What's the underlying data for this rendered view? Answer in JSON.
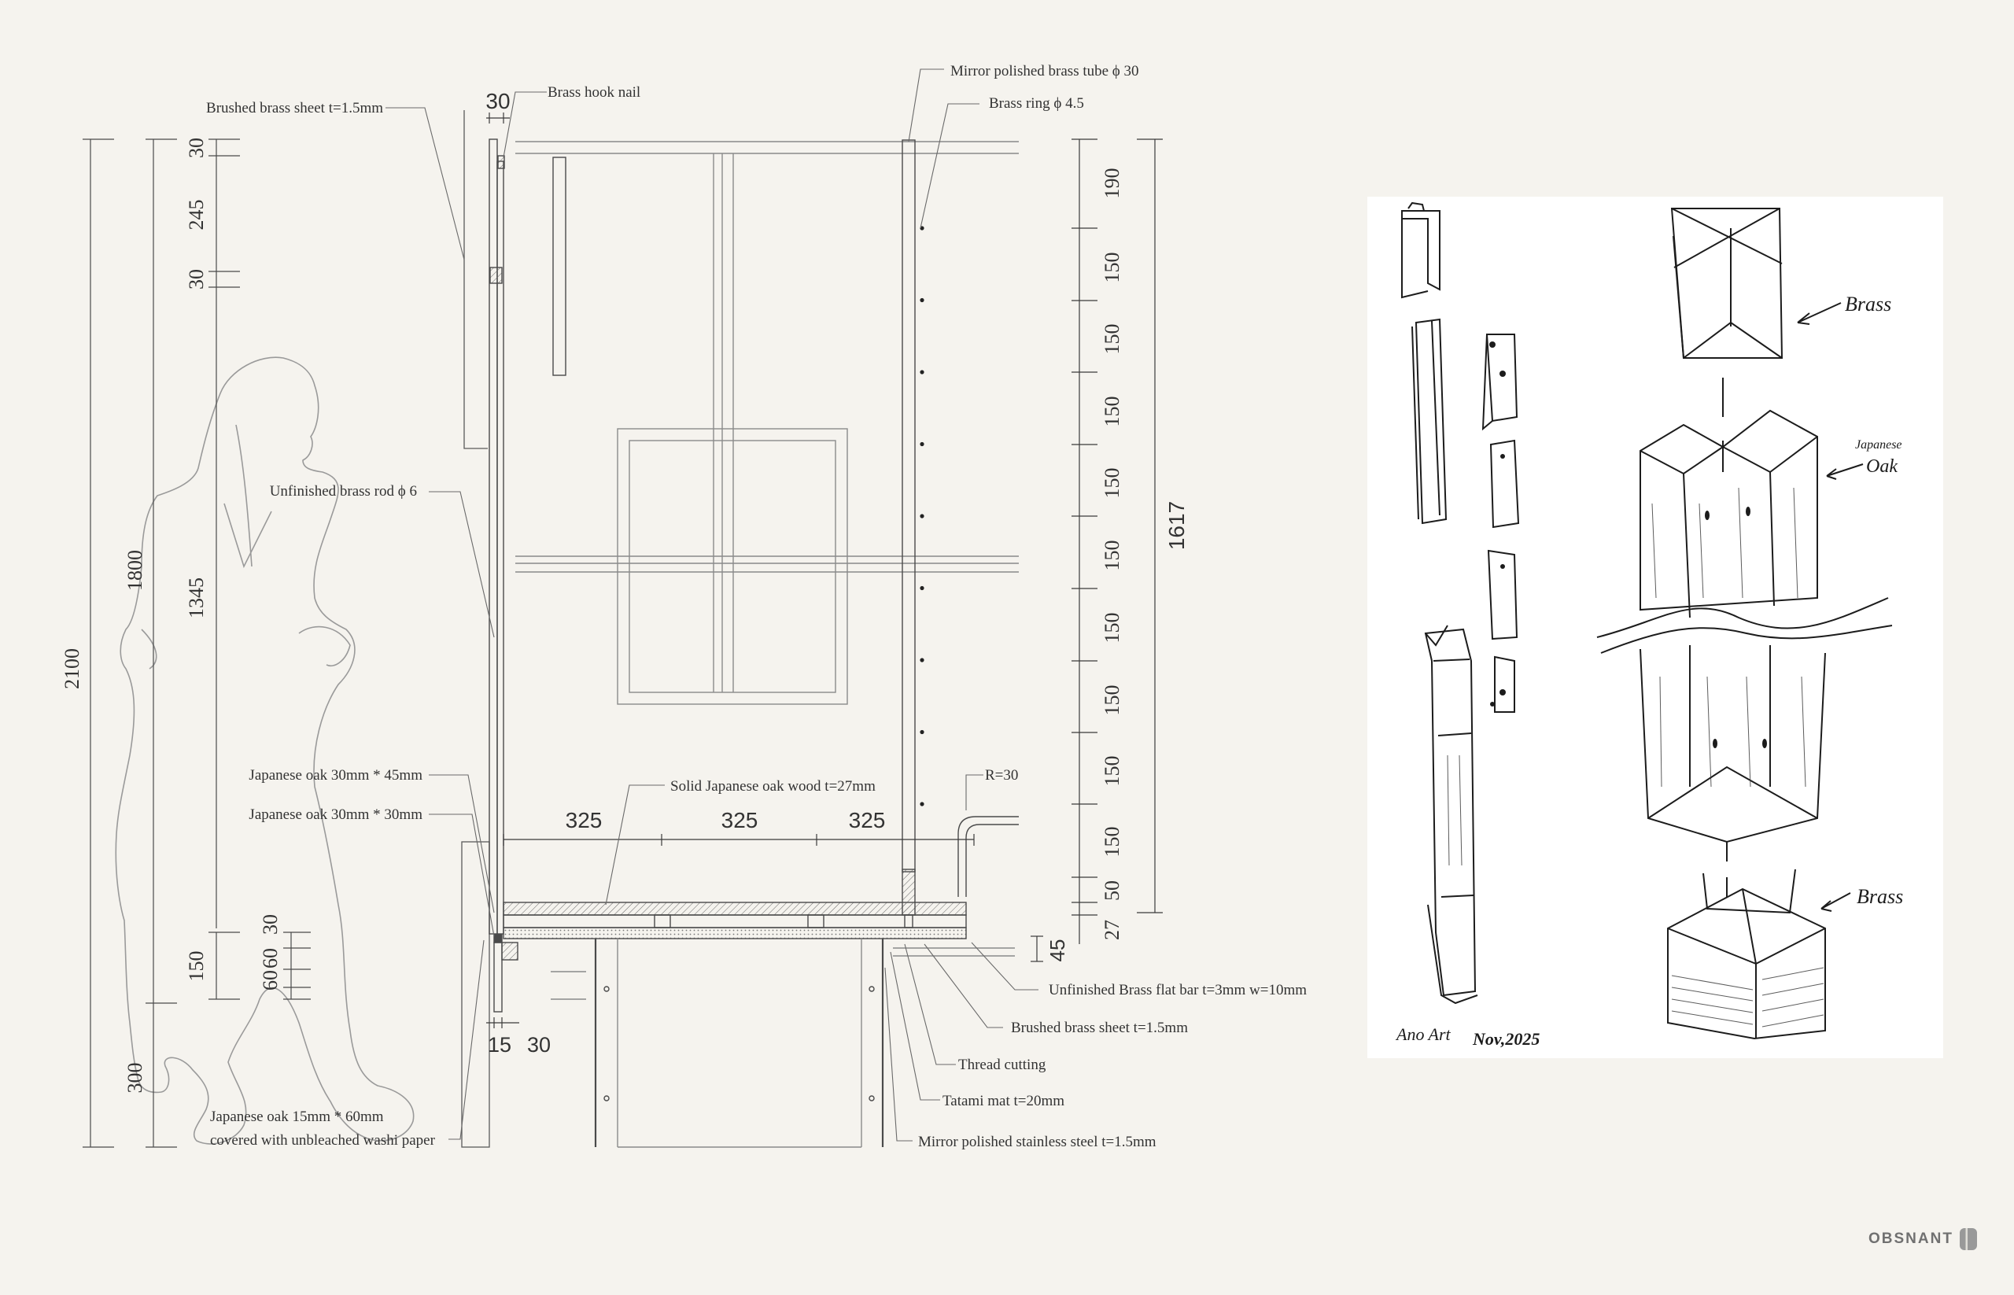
{
  "dimensions": {
    "total_height": "2100",
    "person_height": "1800",
    "upper": "1345",
    "base": "300",
    "left_small": [
      {
        "key": "t30",
        "text": "30"
      },
      {
        "key": "t245",
        "text": "245"
      },
      {
        "key": "t30b",
        "text": "30"
      },
      {
        "key": "b150",
        "text": "150"
      },
      {
        "key": "b30",
        "text": "30"
      },
      {
        "key": "b60a",
        "text": "60"
      },
      {
        "key": "b60b",
        "text": "60"
      }
    ],
    "top_width": "30",
    "bottom_widths": [
      "15",
      "30"
    ],
    "spans": [
      "325",
      "325",
      "325"
    ],
    "right_series": [
      "190",
      "150",
      "150",
      "150",
      "150",
      "150",
      "150",
      "150",
      "150",
      "150",
      "50",
      "27"
    ],
    "right_total": "1617",
    "small_45": "45"
  },
  "labels": {
    "brushed_brass_sheet_top": "Brushed brass sheet t=1.5mm",
    "brass_hook_nail": "Brass hook nail",
    "mirror_brass_tube": "Mirror polished brass tube ϕ 30",
    "brass_ring": "Brass ring  ϕ 4.5",
    "unfinished_brass_rod": "Unfinished brass rod  ϕ 6",
    "oak_30x45": "Japanese oak 30mm * 45mm",
    "oak_30x30": "Japanese oak 30mm * 30mm",
    "solid_oak": "Solid Japanese oak wood t=27mm",
    "radius": "R=30",
    "unfinished_flat_bar": "Unfinished Brass flat bar t=3mm w=10mm",
    "brushed_brass_sheet_bottom": "Brushed brass sheet t=1.5mm",
    "thread_cutting": "Thread cutting",
    "tatami": "Tatami mat t=20mm",
    "mirror_steel": "Mirror polished stainless steel t=1.5mm",
    "oak_washi_1": "Japanese oak 15mm * 60mm",
    "oak_washi_2": "covered with unbleached washi paper"
  },
  "sketch": {
    "brass_top": "Brass",
    "japanese": "Japanese",
    "oak": "Oak",
    "brass_bottom": "Brass",
    "signature": "Ano Art",
    "date": "Nov,2025"
  },
  "brand": {
    "logo_text": "OBSNANT",
    "logo_icon": "logo-mark-icon"
  },
  "colors": {
    "background": "#f5f3ee",
    "line": "#4a4a4a",
    "ink": "#1c1c1c",
    "paper": "#ffffff"
  }
}
